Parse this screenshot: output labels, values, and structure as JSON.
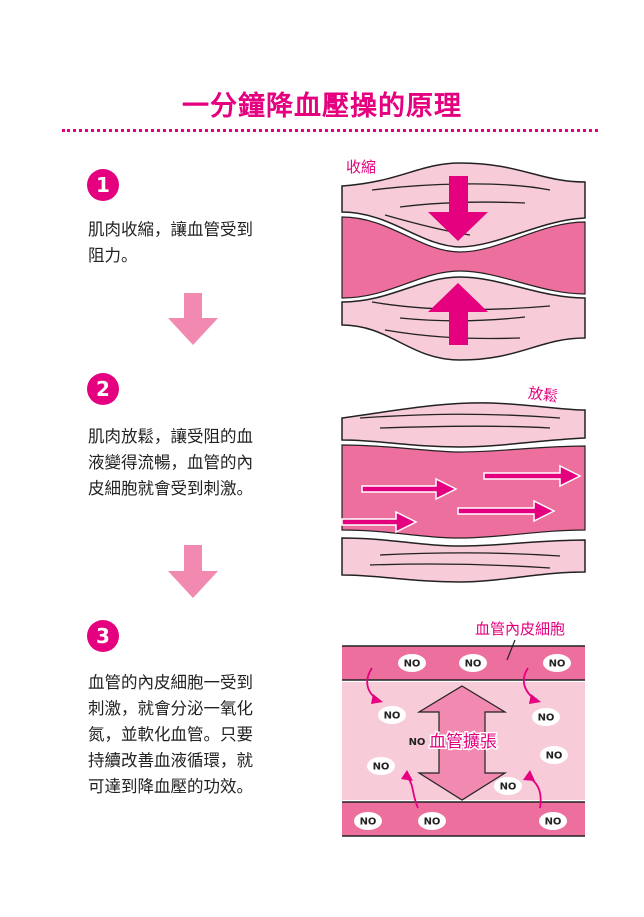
{
  "title": "一分鐘降血壓操的原理",
  "steps": [
    {
      "number": "1",
      "lines": [
        "肌肉收縮，讓血管受到",
        "阻力。"
      ]
    },
    {
      "number": "2",
      "lines": [
        "肌肉放鬆，讓受阻的血",
        "液變得流暢，血管的內",
        "皮細胞就會受到刺激。"
      ]
    },
    {
      "number": "3",
      "lines": [
        "血管的內皮細胞一受到",
        "刺激，就會分泌一氧化",
        "氮，並軟化血管。只要",
        "持續改善血液循環，就",
        "可達到降血壓的功效。"
      ]
    }
  ],
  "illustrations": {
    "contract_label": "收縮",
    "relax_label": "放鬆",
    "endothelium_label": "血管內皮細胞",
    "dilation_label": "血管擴張",
    "no_label": "NO"
  },
  "colors": {
    "accent": "#e4007f",
    "vessel": "#ec6f9e",
    "muscle": "#f8cbd9",
    "arrow": "#f189b0"
  }
}
